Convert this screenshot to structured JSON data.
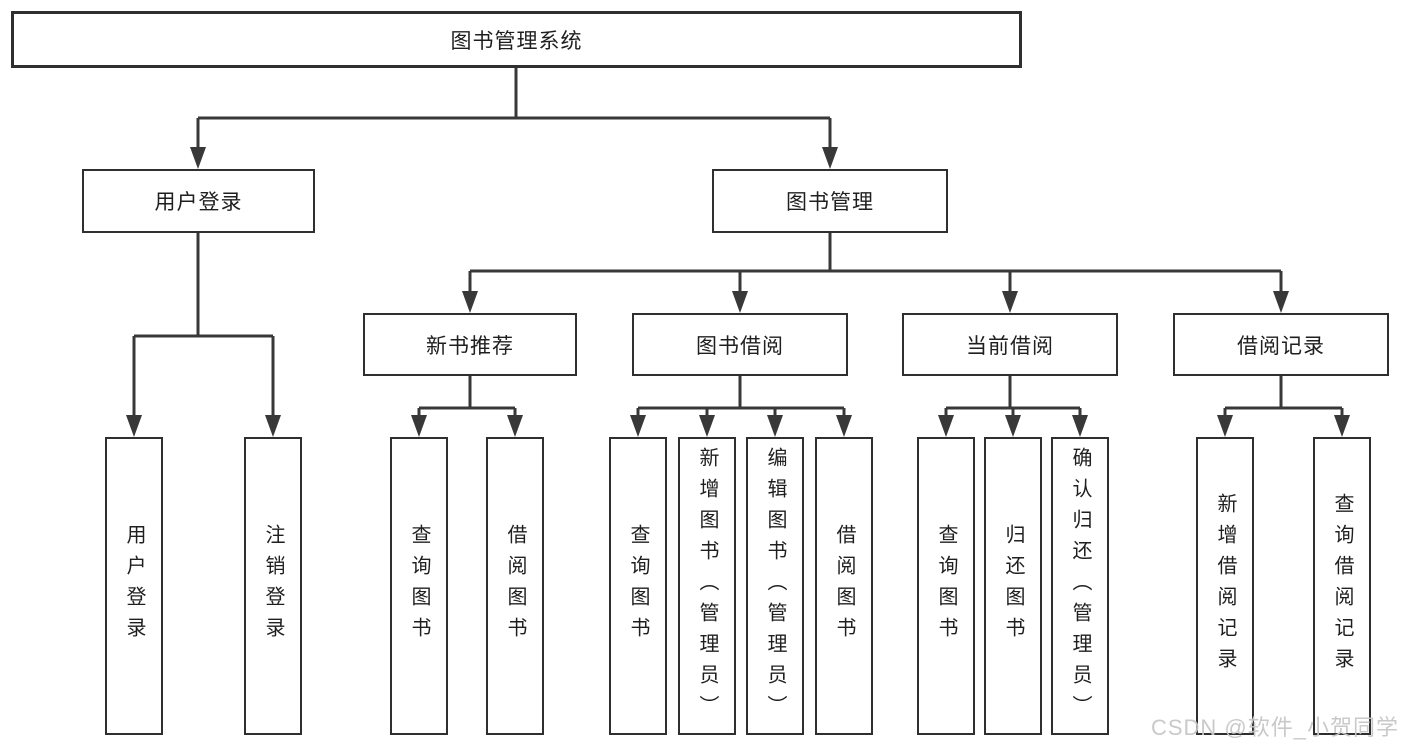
{
  "watermark": "CSDN @软件_小贺同学",
  "colors": {
    "line": "#383838",
    "box_border": "#2f2f2f",
    "text": "#1f1f1f",
    "background": "#ffffff",
    "watermark": "#c6c6c6"
  },
  "tree": {
    "root": {
      "label": "图书管理系统",
      "children": [
        {
          "label": "用户登录",
          "children": [
            {
              "label": "用户登录"
            },
            {
              "label": "注销登录"
            }
          ]
        },
        {
          "label": "图书管理",
          "children": [
            {
              "label": "新书推荐",
              "children": [
                {
                  "label": "查询图书"
                },
                {
                  "label": "借阅图书"
                }
              ]
            },
            {
              "label": "图书借阅",
              "children": [
                {
                  "label": "查询图书"
                },
                {
                  "label": "新增图书（管理员）"
                },
                {
                  "label": "编辑图书（管理员）"
                },
                {
                  "label": "借阅图书"
                }
              ]
            },
            {
              "label": "当前借阅",
              "children": [
                {
                  "label": "查询图书"
                },
                {
                  "label": "归还图书"
                },
                {
                  "label": "确认归还（管理员）"
                }
              ]
            },
            {
              "label": "借阅记录",
              "children": [
                {
                  "label": "新增借阅记录"
                },
                {
                  "label": "查询借阅记录"
                }
              ]
            }
          ]
        }
      ]
    }
  }
}
